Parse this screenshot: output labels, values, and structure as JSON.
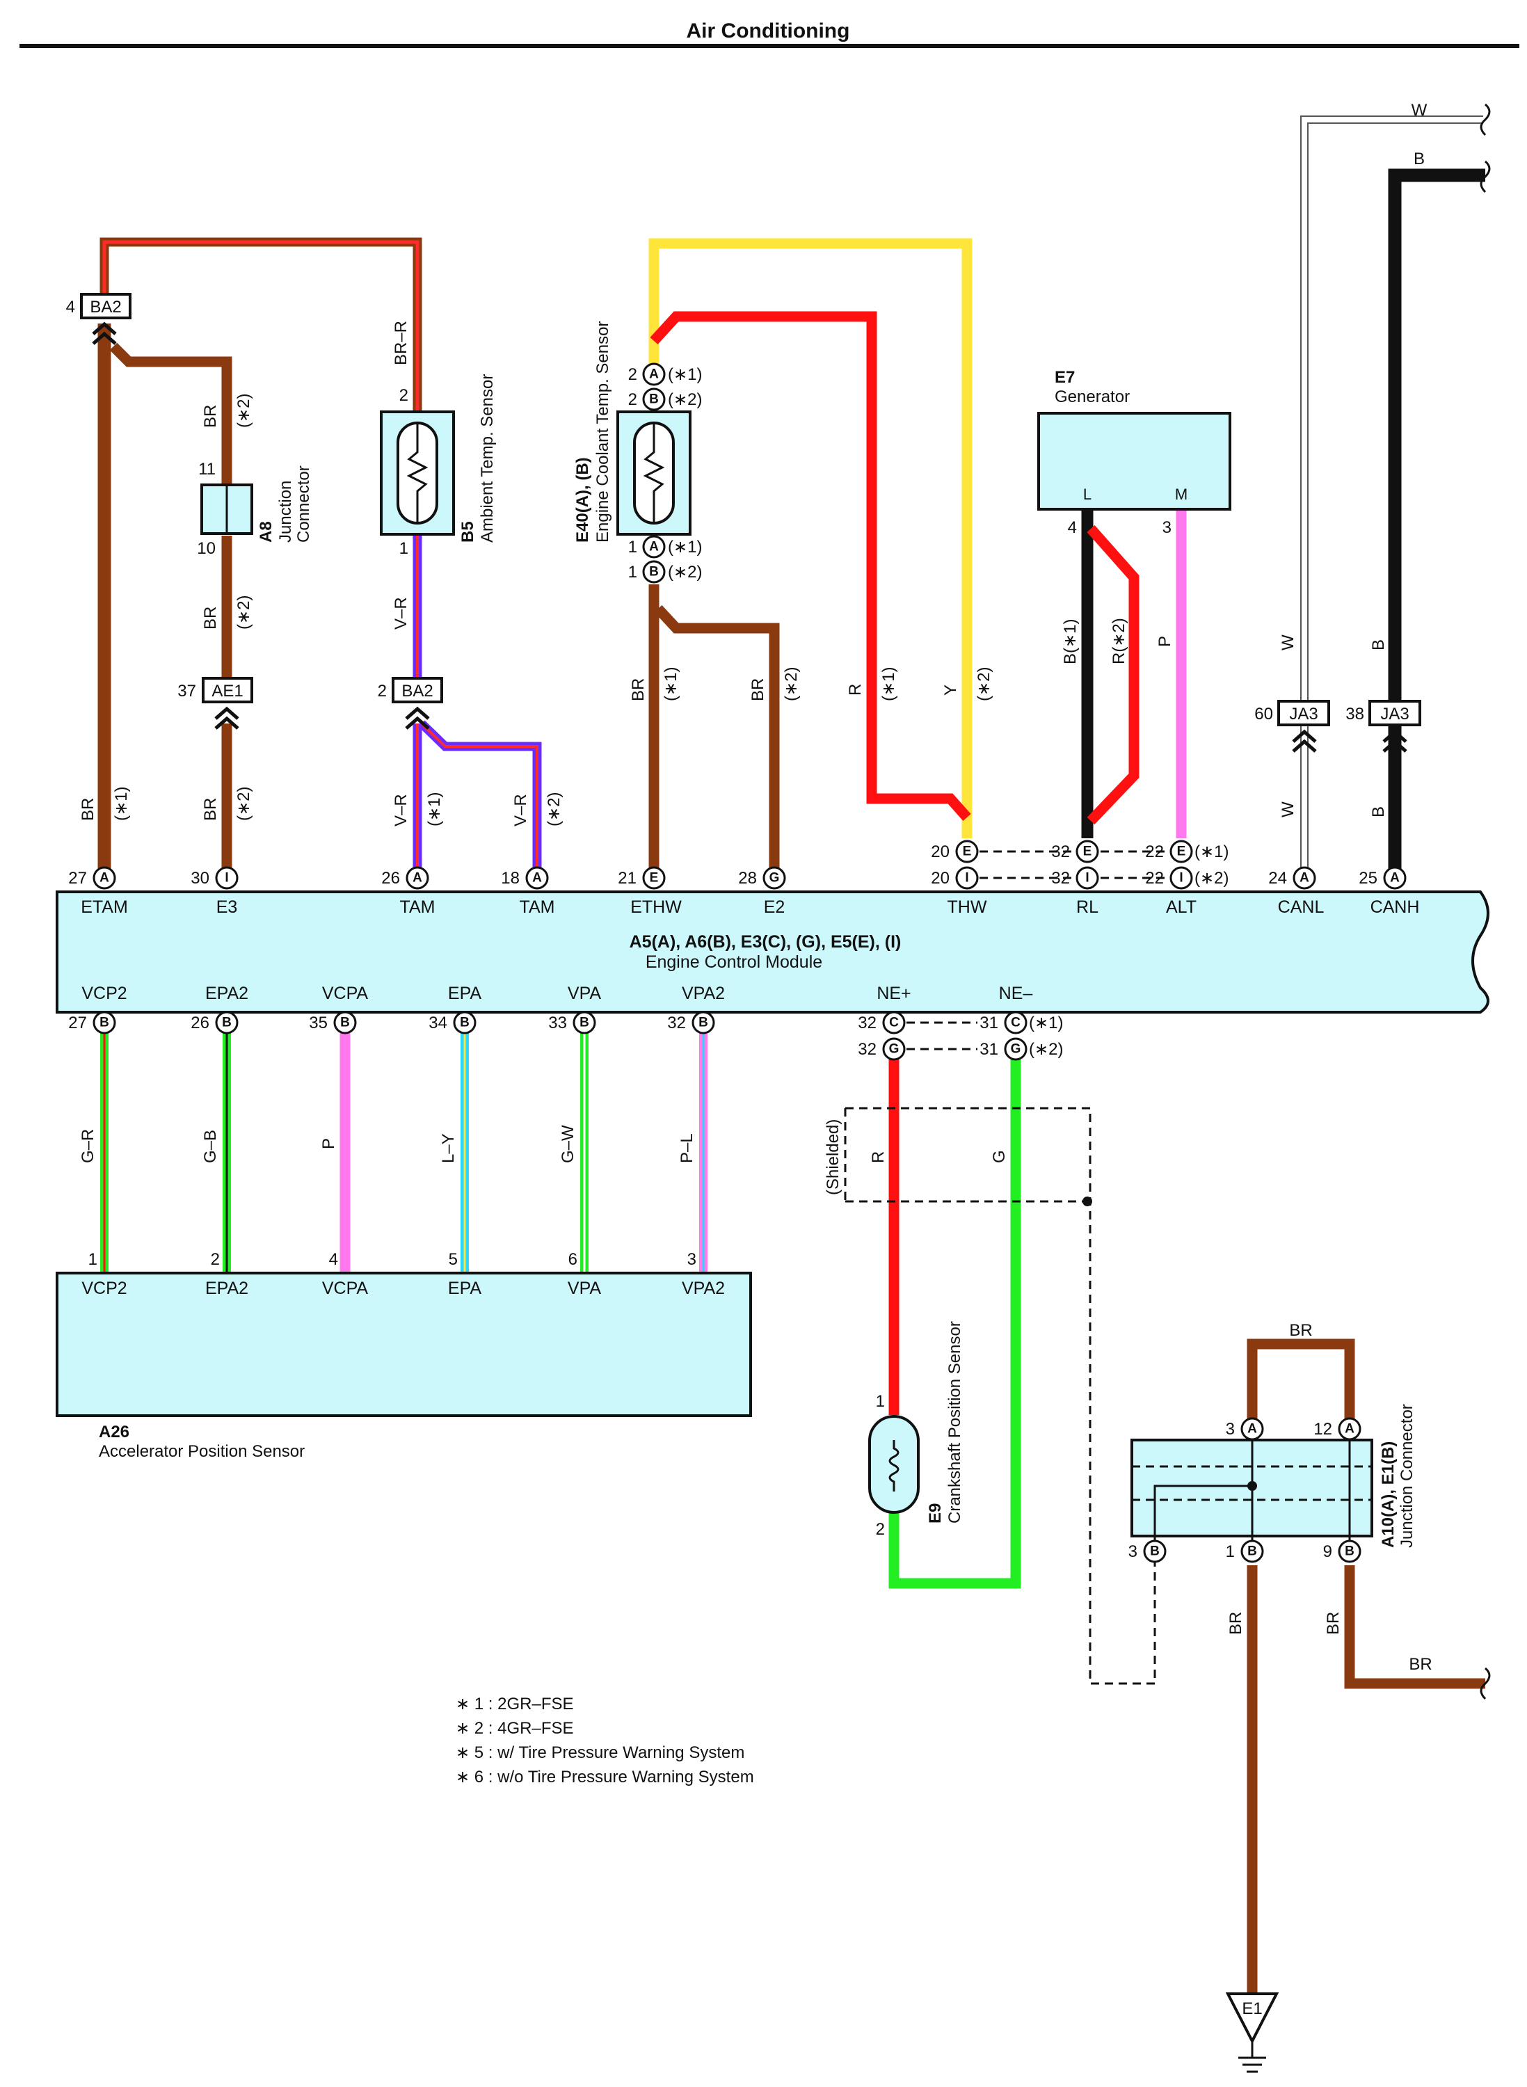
{
  "title": "Air Conditioning",
  "colors": {
    "BR": "#8b3a0f",
    "R": "#ff1010",
    "Y": "#ffe43a",
    "B": "#111111",
    "P": "#ff78ee",
    "G": "#22ee22",
    "V": "#6a2cff",
    "W": "#ffffff",
    "L": "#2ad7ff",
    "box": "#ccf7fb"
  },
  "components": {
    "ecm": {
      "id": "A5(A), A6(B), E3(C), (G), E5(E), (I)",
      "name": "Engine Control Module"
    },
    "a26": {
      "id": "A26",
      "name": "Accelerator Position Sensor"
    },
    "a8": {
      "id": "A8",
      "name1": "Junction",
      "name2": "Connector"
    },
    "b5": {
      "id": "B5",
      "name": "Ambient Temp.  Sensor"
    },
    "e40": {
      "id": "E40(A), (B)",
      "name": "Engine Coolant Temp.  Sensor"
    },
    "e7": {
      "id": "E7",
      "name": "Generator",
      "pin_l": "L",
      "pin_m": "M"
    },
    "e9": {
      "id": "E9",
      "name": "Crankshaft Position Sensor"
    },
    "a10": {
      "id": "A10(A), E1(B)",
      "name": "Junction Connector"
    },
    "e1": {
      "id": "E1"
    }
  },
  "connectors": {
    "ba2_top": "BA2",
    "ba2_mid": "BA2",
    "ae1": "AE1",
    "ja3_a": "JA3",
    "ja3_b": "JA3"
  },
  "ecm_top_terminals": [
    "ETAM",
    "E3",
    "TAM",
    "TAM",
    "ETHW",
    "E2",
    "THW",
    "RL",
    "ALT",
    "CANL",
    "CANH"
  ],
  "ecm_bottom_terminals": [
    "VCP2",
    "EPA2",
    "VCPA",
    "EPA",
    "VPA",
    "VPA2",
    "NE+",
    "NE–"
  ],
  "a26_terminals": [
    "VCP2",
    "EPA2",
    "VCPA",
    "EPA",
    "VPA",
    "VPA2"
  ],
  "wire_labels": {
    "etam_br": "BR",
    "etam_note": "(∗1)",
    "e3_br_low": "BR",
    "e3_note_low": "(∗2)",
    "e3_br_mid": "BR",
    "e3_note_mid": "(∗2)",
    "e3_br_top": "BR",
    "e3_note_top": "(∗2)",
    "b5_brr": "BR–R",
    "b5_vr": "V–R",
    "tam1_vr": "V–R",
    "tam1_note": "(∗1)",
    "tam2_vr": "V–R",
    "tam2_note": "(∗2)",
    "ethw_br": "BR",
    "ethw_note": "(∗1)",
    "e2_br": "BR",
    "e2_note": "(∗2)",
    "thw_r": "R",
    "thw_r_note": "(∗1)",
    "thw_y": "Y",
    "thw_y_note": "(∗2)",
    "rl_b": "B(∗1)",
    "rl_r": "R(∗2)",
    "alt_p": "P",
    "canl_w_top": "W",
    "canl_w_low": "W",
    "canl_w_right": "W",
    "canh_b_top": "B",
    "canh_b_low": "B",
    "canh_b_right": "B",
    "a26_gr": "G–R",
    "a26_gb": "G–B",
    "a26_p": "P",
    "a26_ly": "L–Y",
    "a26_gw": "G–W",
    "a26_pl": "P–L",
    "ne_r": "R",
    "ne_g": "G",
    "shielded": "(Shielded)",
    "a10_br_top": "BR",
    "a10_br_left": "BR",
    "a10_br_right": "BR",
    "a10_br_out": "BR"
  },
  "pin_numbers": {
    "etam": "27",
    "e3": "30",
    "tam1": "26",
    "tam2": "18",
    "ethw": "21",
    "e2": "28",
    "thw_e": "20",
    "thw_i": "20",
    "rl_e": "32",
    "rl_i": "32",
    "alt_e": "22",
    "alt_i": "22",
    "canl": "24",
    "canh": "25",
    "vcp2": "27",
    "epa2": "26",
    "vcpa": "35",
    "epa": "34",
    "vpa": "33",
    "vpa2": "32",
    "nep_c": "32",
    "nep_g": "32",
    "nem_c": "31",
    "nem_g": "31",
    "a26_1": "1",
    "a26_2": "2",
    "a26_4": "4",
    "a26_5": "5",
    "a26_6": "6",
    "a26_3": "3",
    "ba2_top": "4",
    "ba2_mid": "2",
    "ae1": "37",
    "a8_top": "11",
    "a8_bot": "10",
    "b5_top": "2",
    "b5_bot": "1",
    "e40_a_top": "2",
    "e40_b_top": "2",
    "e40_a_bot": "1",
    "e40_b_bot": "1",
    "e7_l": "4",
    "e7_m": "3",
    "ja3_a": "60",
    "ja3_b": "38",
    "e9_1": "1",
    "e9_2": "2",
    "a10_3a": "3",
    "a10_12a": "12",
    "a10_3b": "3",
    "a10_1b": "1",
    "a10_9b": "9"
  },
  "pin_letters": {
    "etam": "A",
    "e3": "I",
    "tam1": "A",
    "tam2": "A",
    "ethw": "E",
    "e2": "G",
    "thw_e": "E",
    "thw_i": "I",
    "rl_e": "E",
    "rl_i": "I",
    "alt_e": "E",
    "alt_i": "I",
    "canl": "A",
    "canh": "A",
    "bottom": "B",
    "nep_c": "C",
    "nep_g": "G",
    "nem_c": "C",
    "nem_g": "G",
    "e40_a": "A",
    "e40_b": "B",
    "a10_a": "A",
    "a10_b": "B"
  },
  "variant_notes": {
    "v1": "(∗1)",
    "v2": "(∗2)"
  },
  "footnotes": [
    "∗ 1 : 2GR–FSE",
    "∗ 2 : 4GR–FSE",
    "∗ 5 : w/ Tire Pressure Warning System",
    "∗ 6 : w/o Tire Pressure Warning System"
  ]
}
